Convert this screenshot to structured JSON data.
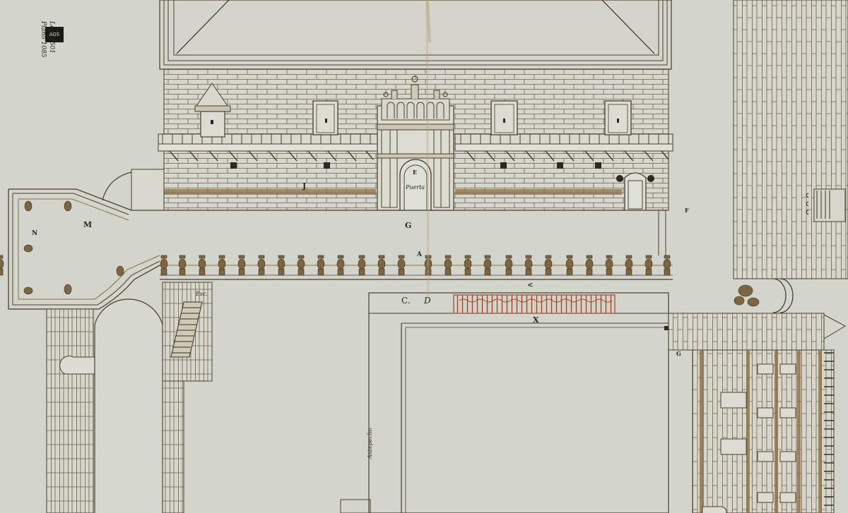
{
  "drawing": {
    "type": "architectural elevation and plan",
    "media": "ink and wash on paper",
    "palette": {
      "paper": "#d3d4cc",
      "ink": "#4a3f2c",
      "wash": "#8a6f45",
      "brick_line": "#6d6250",
      "red_accent": "#9a4a35"
    }
  },
  "archive_marks": {
    "stamp": "AGS",
    "reference": "Leg. 1501",
    "plan_number": "Plano 1085"
  },
  "labels": {
    "a": "A",
    "c": "C.",
    "d": "D",
    "e": "E",
    "f": "F",
    "g_main": "G",
    "g_right": "G",
    "j": "J",
    "m": "M",
    "n": "N",
    "x": "X",
    "arrow": "<",
    "portal_inscription": "Puerta",
    "vertical_inscription": "Antepecho",
    "stair_note": "Esc."
  },
  "sections": {
    "facade": "Main facade elevation with balcony, windows and central portal",
    "roof": "Hipped roof outline with stepped cornice",
    "terrace": "Balustraded terrace G",
    "platform": "Corner platform M/N with urns",
    "plan_left": "Brick pier with niche and arched passage",
    "plan_center": "Courtyard enclosure C.D with grille X",
    "plan_right": "Brick wall sections with fountain and stairs"
  }
}
